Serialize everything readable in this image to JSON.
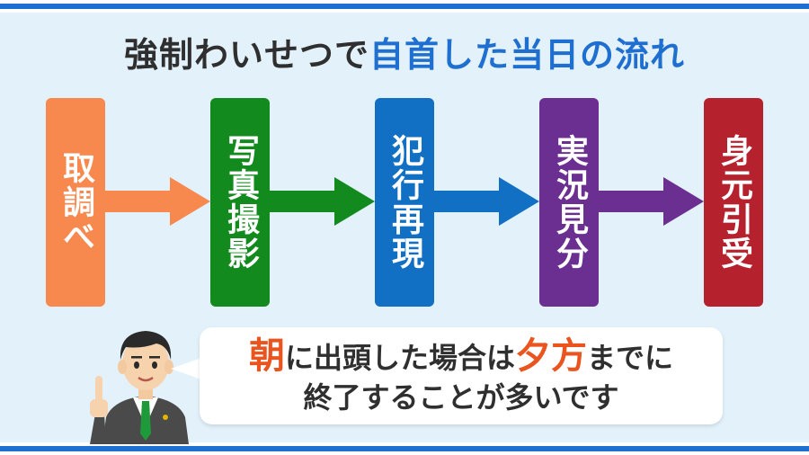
{
  "title": {
    "part1": "強制わいせつで",
    "part2": "自首した当日の流れ"
  },
  "steps": [
    {
      "label": "取調べ",
      "color": "#f7884e"
    },
    {
      "label": "写真撮影",
      "color": "#138a1e"
    },
    {
      "label": "犯行再現",
      "color": "#1170c4"
    },
    {
      "label": "実況見分",
      "color": "#6b2f91"
    },
    {
      "label": "身元引受",
      "color": "#b5222e"
    }
  ],
  "bubble": {
    "line1_a": "朝",
    "line1_b": "に出頭した場合は",
    "line1_c": "夕方",
    "line1_d": "までに",
    "line2": "終了することが多いです"
  },
  "colors": {
    "accent_blue": "#1f6fd1",
    "highlight_orange": "#e9541f",
    "background": "#e3f1fb"
  },
  "icons": [
    "arrow-right-icon",
    "lawyer-avatar"
  ]
}
